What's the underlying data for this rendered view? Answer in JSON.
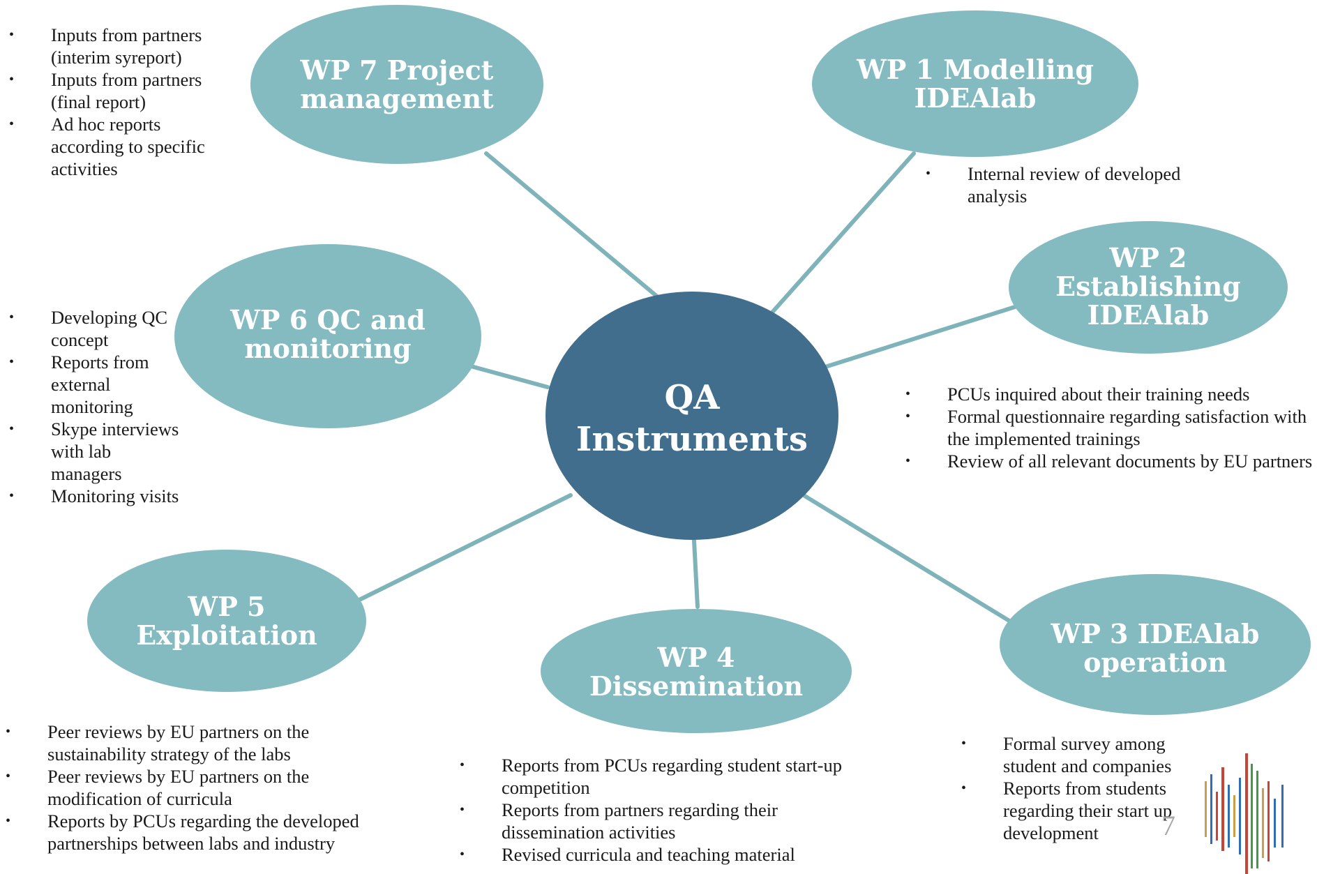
{
  "colors": {
    "node_fill": "#84bbc1",
    "center_fill": "#426e8d",
    "connector": "#7fb3ba",
    "text": "#1a1a1a",
    "page_number": "#a8a8a8"
  },
  "center": {
    "label": "QA\nInstruments"
  },
  "nodes": {
    "wp1": {
      "label": "WP 1 Modelling\nIDEAlab",
      "bullets": [
        "Internal review of developed analysis"
      ]
    },
    "wp2": {
      "label": "WP 2\nEstablishing\nIDEAlab",
      "bullets": [
        "PCUs inquired about their training needs",
        "Formal questionnaire regarding satisfaction with the implemented trainings",
        "Review of all relevant documents by EU partners"
      ]
    },
    "wp3": {
      "label": "WP 3 IDEAlab\noperation",
      "bullets": [
        "Formal survey among student and companies",
        "Reports from students regarding their start up development"
      ]
    },
    "wp4": {
      "label": "WP 4\nDissemination",
      "bullets": [
        "Reports from PCUs regarding student start-up competition",
        "Reports from partners regarding their dissemination activities",
        "Revised curricula and teaching material"
      ]
    },
    "wp5": {
      "label": "WP 5\nExploitation",
      "bullets": [
        "Peer reviews by EU partners on the sustainability strategy of the labs",
        "Peer reviews by EU partners on the modification of curricula",
        "Reports by PCUs regarding the developed partnerships between labs and industry"
      ]
    },
    "wp6": {
      "label": "WP 6 QC and\nmonitoring",
      "bullets": [
        "Developing QC concept",
        "Reports from external monitoring",
        "Skype interviews with lab managers",
        "Monitoring visits"
      ]
    },
    "wp7": {
      "label": "WP 7 Project\nmanagement",
      "bullets": [
        "Inputs from partners (interim syreport)",
        "Inputs from partners (final report)",
        "Ad hoc reports according to specific activities"
      ]
    }
  },
  "page_number": "7"
}
